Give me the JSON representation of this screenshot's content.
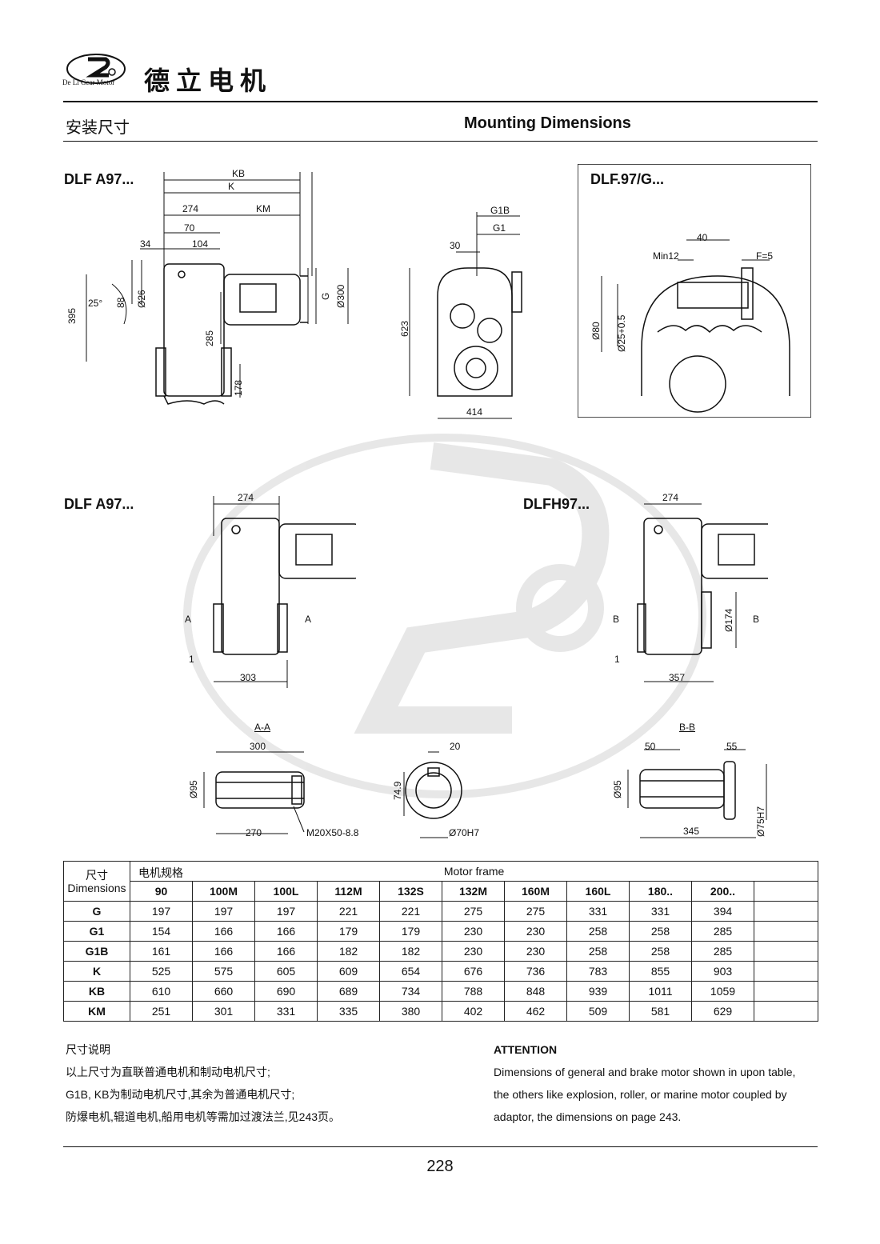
{
  "brand": {
    "name": "德立电机",
    "logo_text": "De Li Gear Motor"
  },
  "section": {
    "title_cn": "安装尺寸",
    "title_en": "Mounting Dimensions"
  },
  "figures": {
    "fig1": {
      "title": "DLF A97...",
      "dims": [
        "KB",
        "K",
        "274",
        "KM",
        "70",
        "34",
        "104",
        "395",
        "25°",
        "88",
        "Ø26",
        "285",
        "178",
        "G",
        "Ø300"
      ]
    },
    "fig2": {
      "dims": [
        "G1B",
        "G1",
        "30",
        "623",
        "414"
      ]
    },
    "fig3": {
      "title": "DLF.97/G...",
      "dims": [
        "40",
        "Min12",
        "F=5",
        "Ø80",
        "Ø25+0.5"
      ]
    },
    "fig4": {
      "title": "DLF A97...",
      "dims": [
        "274",
        "A",
        "A",
        "1",
        "303"
      ]
    },
    "fig5": {
      "title": "DLFH97...",
      "dims": [
        "274",
        "B",
        "B",
        "Ø174",
        "1",
        "357"
      ]
    },
    "fig6": {
      "dims": [
        "A-A",
        "300",
        "Ø95",
        "270",
        "M20X50-8.8"
      ]
    },
    "fig7": {
      "dims": [
        "20",
        "74.9",
        "Ø70H7"
      ]
    },
    "fig8": {
      "dims": [
        "B-B",
        "50",
        "55",
        "Ø95",
        "Ø75H7",
        "345"
      ]
    }
  },
  "table": {
    "corner_cn": "尺寸",
    "corner_en": "Dimensions",
    "motor_cn": "电机规格",
    "motor_en": "Motor frame",
    "columns": [
      "90",
      "100M",
      "100L",
      "112M",
      "132S",
      "132M",
      "160M",
      "160L",
      "180..",
      "200..",
      ""
    ],
    "rows": [
      {
        "label": "G",
        "values": [
          "197",
          "197",
          "197",
          "221",
          "221",
          "275",
          "275",
          "331",
          "331",
          "394",
          ""
        ]
      },
      {
        "label": "G1",
        "values": [
          "154",
          "166",
          "166",
          "179",
          "179",
          "230",
          "230",
          "258",
          "258",
          "285",
          ""
        ]
      },
      {
        "label": "G1B",
        "values": [
          "161",
          "166",
          "166",
          "182",
          "182",
          "230",
          "230",
          "258",
          "258",
          "285",
          ""
        ]
      },
      {
        "label": "K",
        "values": [
          "525",
          "575",
          "605",
          "609",
          "654",
          "676",
          "736",
          "783",
          "855",
          "903",
          ""
        ]
      },
      {
        "label": "KB",
        "values": [
          "610",
          "660",
          "690",
          "689",
          "734",
          "788",
          "848",
          "939",
          "1011",
          "1059",
          ""
        ]
      },
      {
        "label": "KM",
        "values": [
          "251",
          "301",
          "331",
          "335",
          "380",
          "402",
          "462",
          "509",
          "581",
          "629",
          ""
        ]
      }
    ]
  },
  "notes": {
    "cn_title": "尺寸说明",
    "cn_lines": [
      "以上尺寸为直联普通电机和制动电机尺寸;",
      "G1B, KB为制动电机尺寸,其余为普通电机尺寸;",
      "防爆电机,辊道电机,船用电机等需加过渡法兰,见243页。"
    ],
    "en_title": "ATTENTION",
    "en_lines": [
      "Dimensions of general and brake motor shown in upon table,",
      "the others like explosion, roller, or marine motor coupled by",
      "adaptor, the dimensions on page 243."
    ]
  },
  "page_number": "228"
}
